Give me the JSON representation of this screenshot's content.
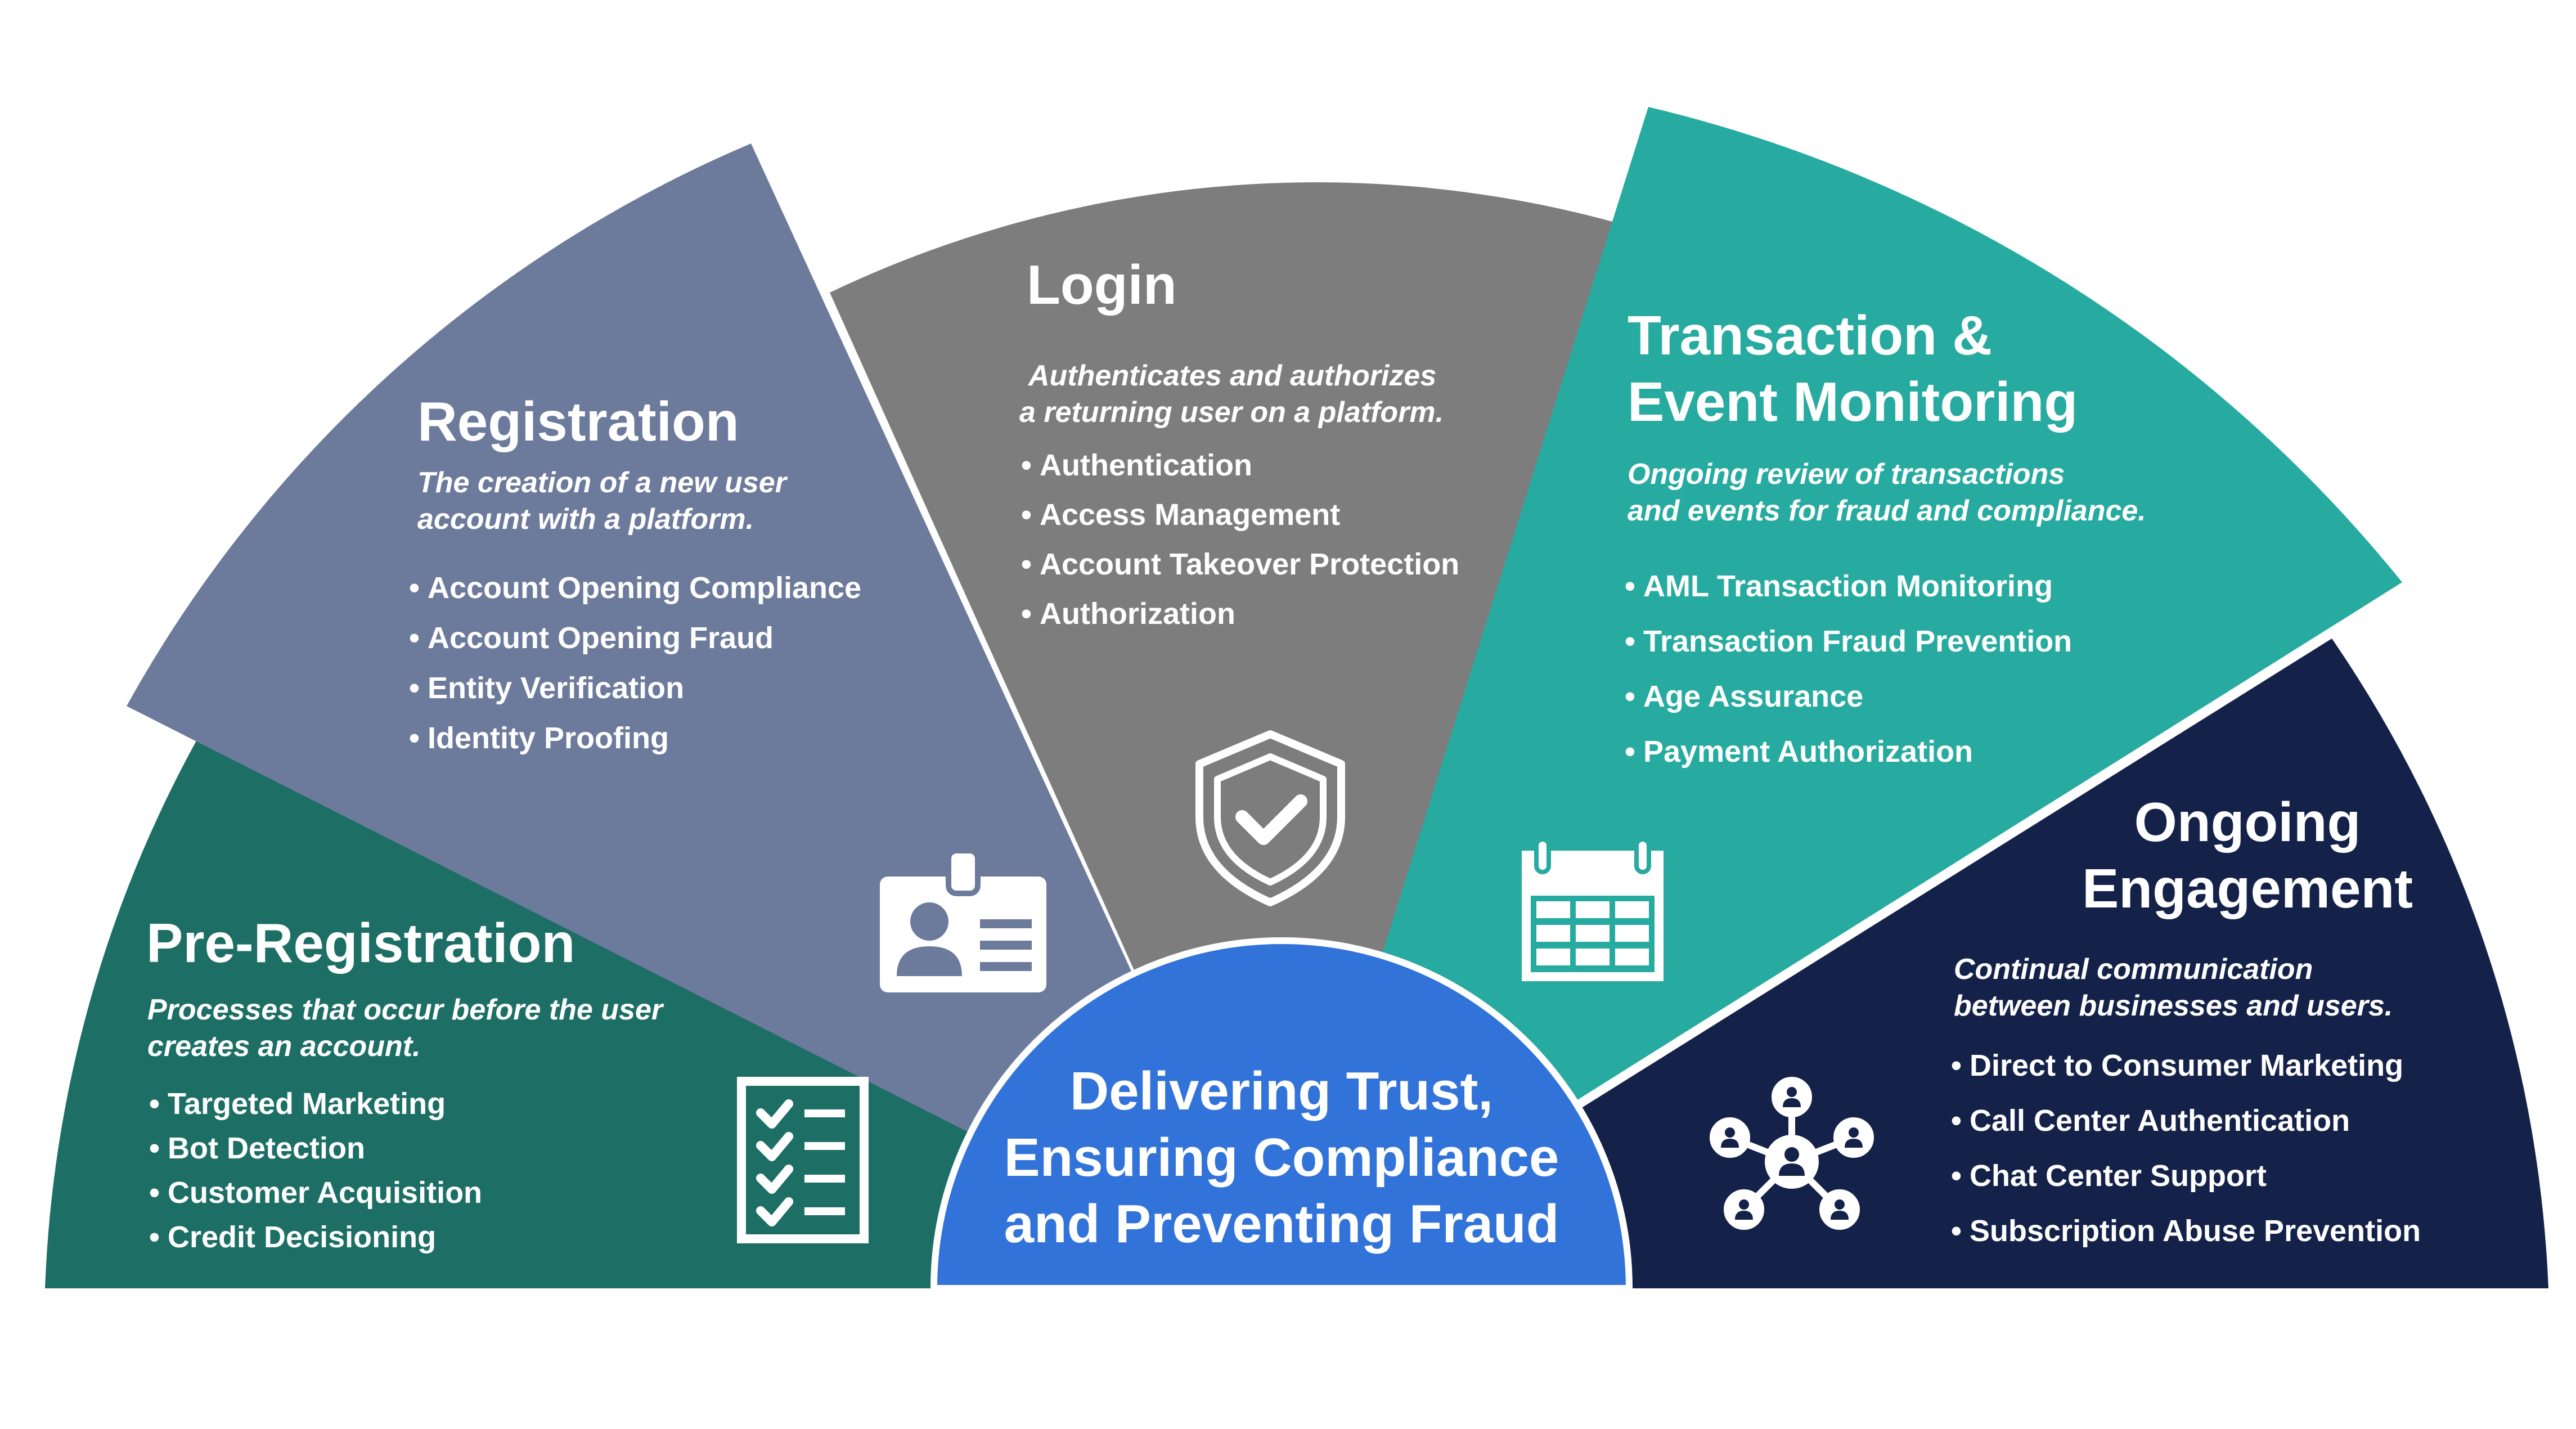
{
  "center": {
    "lines": [
      "Delivering Trust,",
      "Ensuring Compliance",
      "and Preventing Fraud"
    ]
  },
  "segments": [
    {
      "id": "pre-registration",
      "title": [
        "Pre-Registration"
      ],
      "description": [
        "Processes that occur before the user",
        "creates an account."
      ],
      "items": [
        "Targeted Marketing",
        "Bot Detection",
        "Customer Acquisition",
        "Credit Decisioning"
      ],
      "icon": "checklist-icon",
      "color": "#1D6F66"
    },
    {
      "id": "registration",
      "title": [
        "Registration"
      ],
      "description": [
        "The creation of a new user",
        "account with a platform."
      ],
      "items": [
        "Account Opening Compliance",
        "Account Opening Fraud",
        "Entity Verification",
        "Identity Proofing"
      ],
      "icon": "id-badge-icon",
      "color": "#6C7A9C"
    },
    {
      "id": "login",
      "title": [
        "Login"
      ],
      "description": [
        "Authenticates and authorizes",
        "a returning user on a platform."
      ],
      "items": [
        "Authentication",
        "Access Management",
        "Account Takeover Protection",
        "Authorization"
      ],
      "icon": "shield-check-icon",
      "color": "#7D7D7D"
    },
    {
      "id": "transaction-event-monitoring",
      "title": [
        "Transaction &",
        "Event Monitoring"
      ],
      "description": [
        "Ongoing review of  transactions",
        "and events for fraud and compliance."
      ],
      "items": [
        "AML Transaction Monitoring",
        "Transaction Fraud Prevention",
        "Age Assurance",
        "Payment Authorization"
      ],
      "icon": "calendar-icon",
      "color": "#27ABA0"
    },
    {
      "id": "ongoing-engagement",
      "title": [
        "Ongoing",
        "Engagement"
      ],
      "description": [
        "Continual communication",
        "between businesses and users."
      ],
      "items": [
        "Direct to Consumer Marketing",
        "Call Center Authentication",
        "Chat Center Support",
        "Subscription Abuse Prevention"
      ],
      "icon": "network-icon",
      "color": "#14224A"
    }
  ],
  "center_color": "#3273DA"
}
